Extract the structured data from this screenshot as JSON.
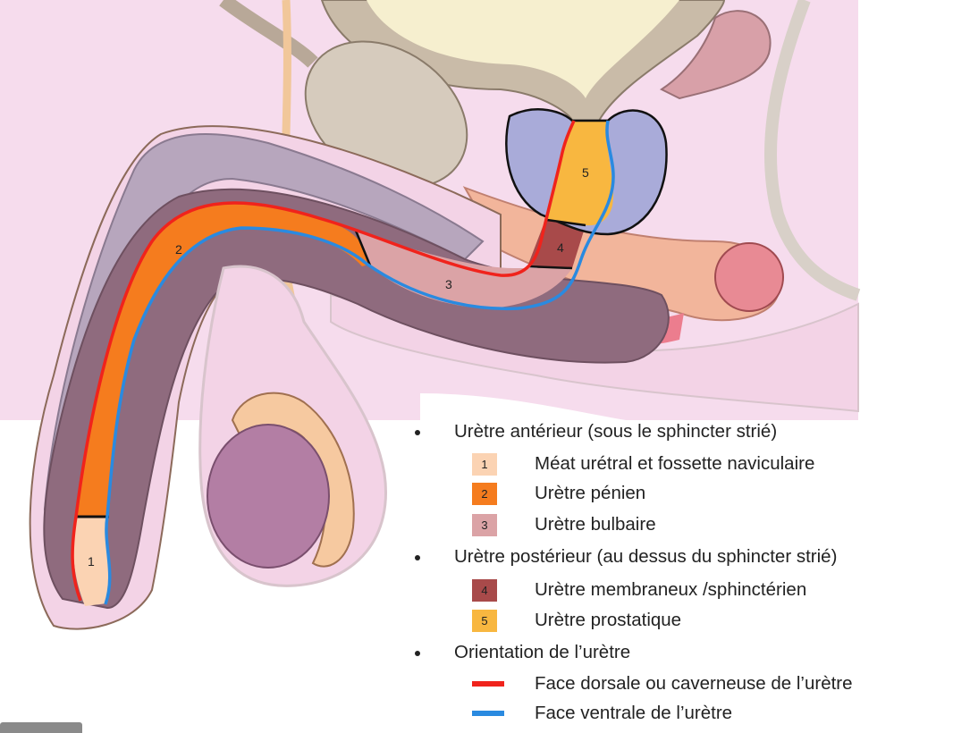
{
  "diagram": {
    "region_numbers": [
      "1",
      "2",
      "3",
      "4",
      "5"
    ],
    "colors": {
      "background_pink": "#f6dced",
      "skin": "#f3d3e6",
      "corpus": "#8f6b7e",
      "cavernosum_band": "#b7a6bd",
      "meatus": "#fbd3b3",
      "penile": "#f57c1e",
      "bulbar": "#dba3a6",
      "membranous": "#a84a4a",
      "prostatic": "#f8b740",
      "prostate": "#a9abd9",
      "dorsal_line": "#f0231c",
      "ventral_line": "#2a8ae0"
    }
  },
  "legend": {
    "sections": [
      {
        "title": "Urètre antérieur  (sous le sphincter strié)"
      },
      {
        "title": "Urètre postérieur (au dessus du sphincter strié)"
      },
      {
        "title": "Orientation de l’urètre"
      }
    ],
    "items": [
      {
        "num": "1",
        "label": "Méat urétral et fossette naviculaire",
        "color": "#fbd3b3"
      },
      {
        "num": "2",
        "label": "Urètre pénien",
        "color": "#f57c1e"
      },
      {
        "num": "3",
        "label": "Urètre bulbaire",
        "color": "#dba3a6"
      },
      {
        "num": "4",
        "label": "Urètre membraneux /sphinctérien",
        "color": "#a84a4a"
      },
      {
        "num": "5",
        "label": "Urètre prostatique",
        "color": "#f8b740"
      }
    ],
    "orientation": [
      {
        "label": "Face dorsale ou caverneuse de l’urètre",
        "color": "#f0231c"
      },
      {
        "label": "Face ventrale de l’urètre",
        "color": "#2a8ae0"
      }
    ]
  }
}
